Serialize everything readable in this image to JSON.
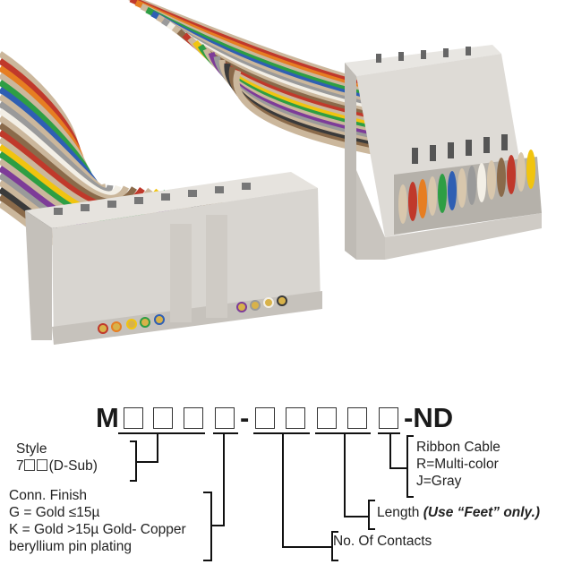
{
  "part_number": {
    "prefix": "M",
    "separator": "-",
    "suffix": "-ND"
  },
  "fields": {
    "style": {
      "title": "Style",
      "value_prefix": "7",
      "value_suffix": "(D-Sub)"
    },
    "finish": {
      "title": "Conn. Finish",
      "lines": [
        "G = Gold ≤15µ",
        "K = Gold >15µ Gold- Copper",
        "beryllium pin plating"
      ]
    },
    "contacts": {
      "title": "No. Of Contacts"
    },
    "length": {
      "title": "Length",
      "note": "(Use “Feet” only.)"
    },
    "cable": {
      "title": "Ribbon Cable",
      "lines": [
        "R=Multi-color",
        "J=Gray"
      ]
    }
  },
  "colors": {
    "connector": "#d9d6d1",
    "wires": [
      "#8a6a4a",
      "#c0392b",
      "#e67e22",
      "#f1c40f",
      "#2e9e44",
      "#2f5fb3",
      "#7d3c98",
      "#9a9a9a",
      "#f3efe6",
      "#3a3a3a"
    ]
  }
}
